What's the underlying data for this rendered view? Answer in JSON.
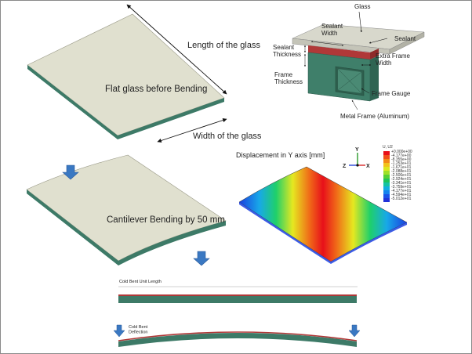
{
  "labels": {
    "length_of_glass": "Length of the glass",
    "flat_glass": "Flat glass before Bending",
    "width_of_glass": "Width of the glass",
    "glass": "Glass",
    "sealant_width": "Sealant\nWidth",
    "sealant": "Sealant",
    "sealant_thickness": "Sealant\nThickness",
    "extra_frame_width": "Extra Frame\nWidth",
    "frame_thickness": "Frame\nThickness",
    "frame_gauge": "Frame Gauge",
    "metal_frame": "Metal Frame (Aluminum)",
    "cantilever": "Cantilever Bending by 50 mm",
    "displacement_title": "Displacement in Y axis [mm]",
    "axis_y": "Y",
    "axis_z": "Z",
    "axis_x": "X",
    "cold_bent_length": "Cold Bent Unit Length",
    "cold_bent_deflection": "Cold Bent\nDeflection"
  },
  "legend": {
    "title": "U, U2",
    "values": [
      "+0.000e+00",
      "-4.177e+00",
      "-8.355e+00",
      "-1.253e+01",
      "-1.671e+01",
      "-2.088e+01",
      "-2.506e+01",
      "-2.924e+01",
      "-3.341e+01",
      "-3.759e+01",
      "-4.177e+01",
      "-4.594e+01",
      "-5.012e+01"
    ],
    "colors": [
      "#e8101a",
      "#f0501a",
      "#f28a16",
      "#f2c21a",
      "#dce820",
      "#9ee028",
      "#55d035",
      "#1fc45a",
      "#14c3a2",
      "#12aee0",
      "#1583ee",
      "#1a52e8",
      "#2232d8"
    ]
  },
  "colors": {
    "glass_top": "#e0e0cf",
    "glass_edge": "#3d7a67",
    "frame": "#3f7f6a",
    "sealant": "#b03838",
    "arrow": "#3a78c2"
  }
}
